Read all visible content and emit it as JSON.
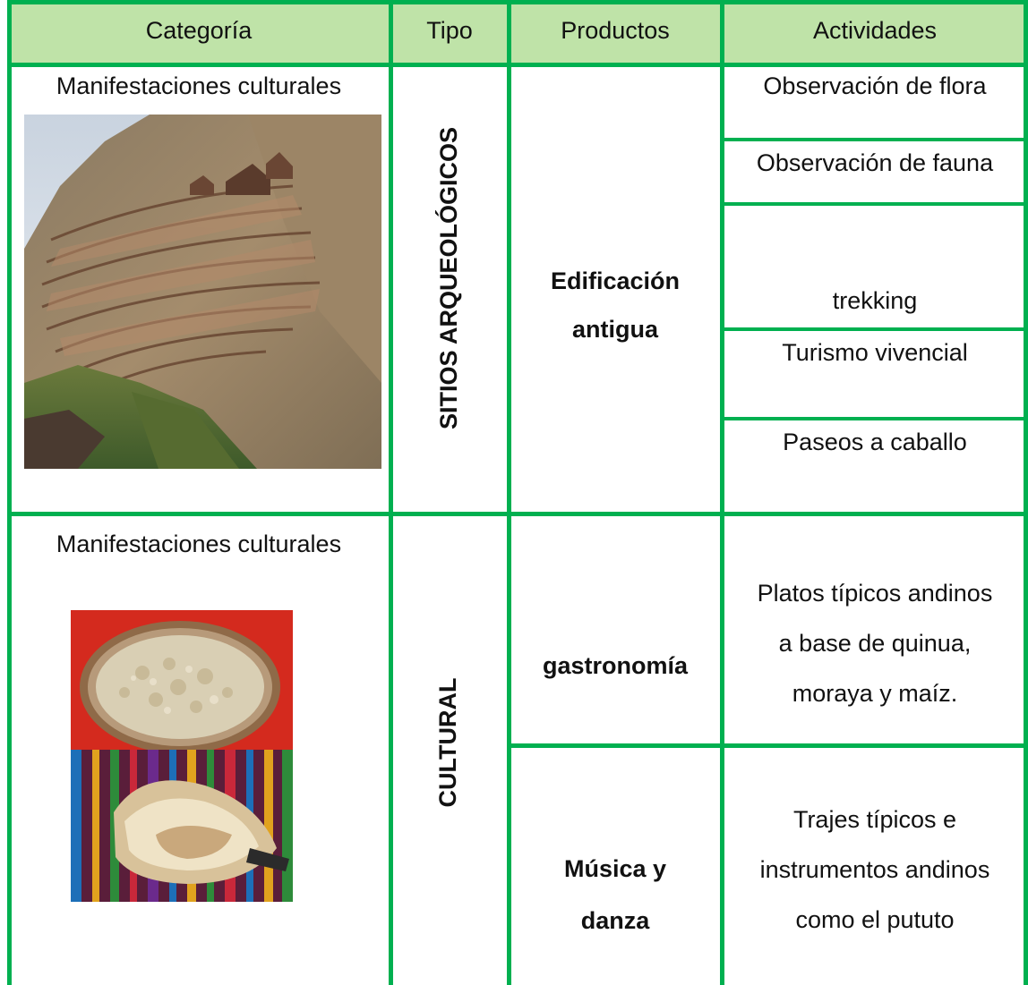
{
  "header": {
    "categoria": "Categoría",
    "tipo": "Tipo",
    "productos": "Productos",
    "actividades": "Actividades"
  },
  "rows": [
    {
      "categoria": "Manifestaciones culturales",
      "tipo": "SITIOS ARQUEOLÓGICOS",
      "producto": "Edificación antigua",
      "producto_line1": "Edificación",
      "producto_line2": "antigua",
      "actividades": [
        "Observación de flora",
        "Observación de fauna",
        "trekking",
        "Turismo vivencial",
        "Paseos a caballo"
      ],
      "image": "terraced-mountain-ruins"
    },
    {
      "categoria": "Manifestaciones culturales",
      "tipo": "CULTURAL",
      "productos": [
        {
          "name": "gastronomía",
          "actividad_lines": [
            "Platos típicos andinos",
            "a base de quinua,",
            "moraya y maíz."
          ]
        },
        {
          "name_line1": "Música y",
          "name_line2": "danza",
          "actividad_lines": [
            "Trajes típicos e",
            "instrumentos andinos",
            "como el pututo"
          ]
        }
      ],
      "images": [
        "quinoa-dish",
        "pututo-conch-shell"
      ]
    }
  ],
  "colors": {
    "grid": "#00b050",
    "header_bg": "#bfe3a8"
  }
}
